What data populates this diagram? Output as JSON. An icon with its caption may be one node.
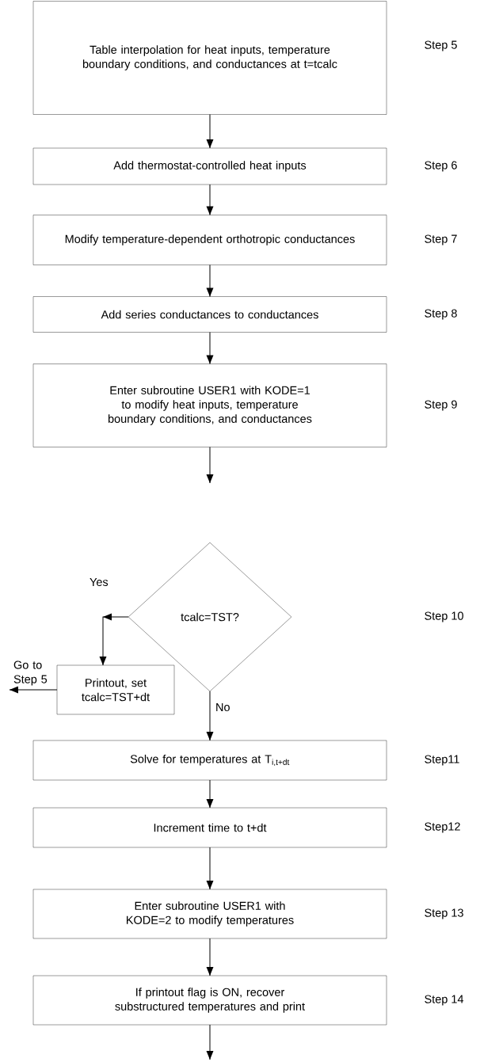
{
  "diagram": {
    "nodes": [
      {
        "text": [
          "Table interpolation for heat inputs, temperature boundary conditions, and conductances at t=tcalc"
        ],
        "beside": [
          "Step 5"
        ]
      },
      {
        "text": [
          "Add thermostat-controlled heat inputs"
        ],
        "beside": [
          "Step 6"
        ]
      },
      {
        "text": [
          "Modify temperature-dependent orthotropic conductances"
        ],
        "beside": [
          "Step 7"
        ]
      },
      {
        "text": [
          "Add series conductances to conductances"
        ],
        "beside": [
          "Step 8"
        ]
      },
      {
        "text": [
          "Enter subroutine USER1 with KODE=1 to modify heat inputs, temperature boundary conditions, and conductances"
        ],
        "beside": [
          "Step 9"
        ]
      },
      {
        "text": [
          "tcalc=TST?"
        ]
      },
      {
        "text": [
          "Printout, set tcalc=TST+dt"
        ]
      },
      {
        "text": [
          "Solve for temperatures at T$_{i,t+dt}$"
        ],
        "beside": [
          "Step11"
        ]
      },
      {
        "text": [
          "Increment time to t+dt"
        ],
        "beside": [
          "Step12"
        ]
      },
      {
        "text": [
          "Enter subroutine USER1 with KODE=2 to modify temperatures"
        ],
        "beside": [
          "Step 13"
        ]
      },
      {
        "text": [
          "If printout flag is ON, recover substructured temperatures and print"
        ],
        "beside": [
          "Step 14"
        ]
      }
    ],
    "edges": [
      {
        "from": 0,
        "to": 1,
        "arrow": "to"
      },
      {
        "from": 1,
        "to": 2,
        "arrow": "to"
      },
      {
        "from": 2,
        "to": 3,
        "arrow": "to"
      },
      {
        "from": 3,
        "to": 4,
        "arrow": "to"
      },
      {
        "from": 4,
        "to": null,
        "arrow": "to"
      },
      {
        "from": 5,
        "to": 6,
        "arrow": "to",
        "label": "Yes"
      },
      {
        "from": 6,
        "to": null,
        "arrow": "to",
        "label": "Go to Step 5"
      },
      {
        "from": 5,
        "to": 7,
        "arrow": "to",
        "label": "No"
      },
      {
        "from": 7,
        "to": 8,
        "arrow": "to"
      },
      {
        "from": 8,
        "to": 9,
        "arrow": "to"
      },
      {
        "from": 9,
        "to": 10,
        "arrow": "to"
      },
      {
        "from": 10,
        "to": null,
        "arrow": "to"
      }
    ],
    "labels": [
      "Step 10"
    ]
  }
}
